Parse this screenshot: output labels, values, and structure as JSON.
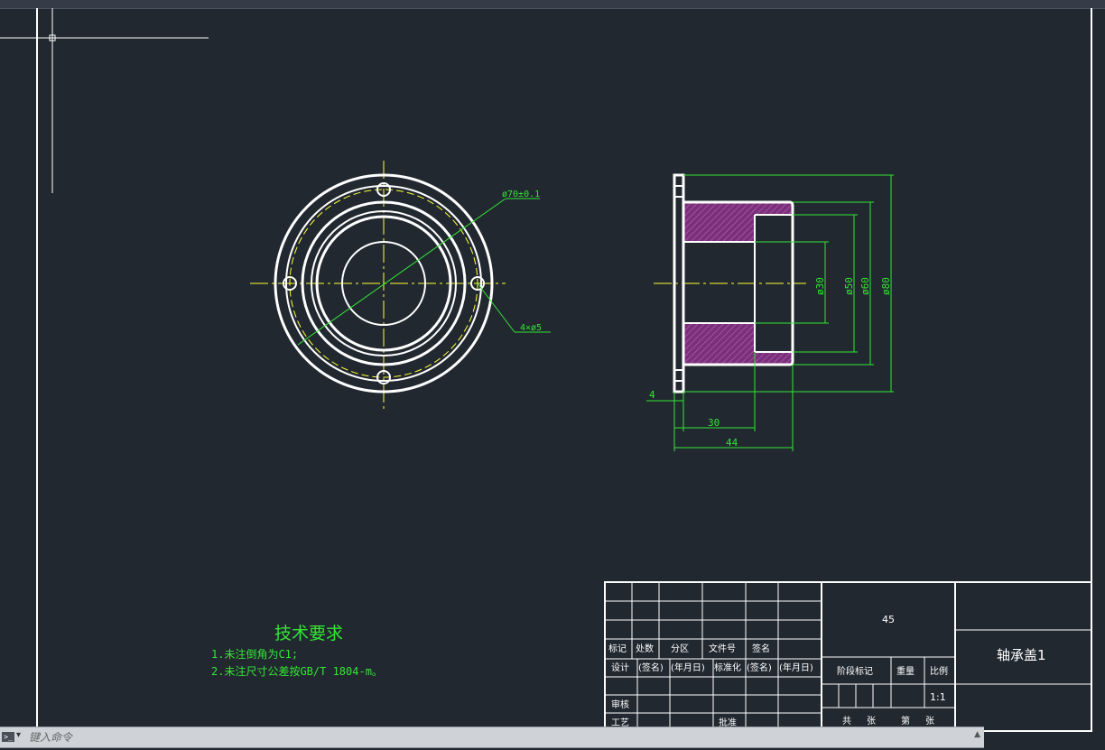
{
  "drawing": {
    "tech_requirements": {
      "title": "技术要求",
      "items": [
        "1.未注倒角为C1;",
        "2.未注尺寸公差按GB/T 1804-m。"
      ]
    },
    "front_view": {
      "pcd_label": "ø70±0.1",
      "holes_label": "4×ø5"
    },
    "section_view": {
      "dims_vertical": [
        "ø30",
        "ø50",
        "ø60",
        "ø80"
      ],
      "dims_horizontal": [
        "4",
        "30",
        "44"
      ]
    },
    "title_block": {
      "material": "45",
      "part_name": "轴承盖1",
      "header_row": [
        "标记",
        "处数",
        "分区",
        "文件号",
        "签名"
      ],
      "sign_row": [
        "设计",
        "(签名)",
        "(年月日)",
        "标准化",
        "(签名)",
        "(年月日)"
      ],
      "review_label": "审核",
      "process_label": "工艺",
      "approve_label": "批准",
      "stage_label": "阶段标记",
      "weight_label": "重量",
      "scale_label": "比例",
      "scale_value": "1:1",
      "total_label": "共",
      "sheet_label": "张",
      "nth_label": "第",
      "sheet_label2": "张"
    }
  },
  "command_line": {
    "placeholder": "键入命令",
    "icon": "command-prompt-icon"
  },
  "colors": {
    "background": "#212830",
    "outline": "#ffffff",
    "centerline": "#ffff33",
    "dimension": "#33e633",
    "hatch": "#8a3a8a"
  }
}
